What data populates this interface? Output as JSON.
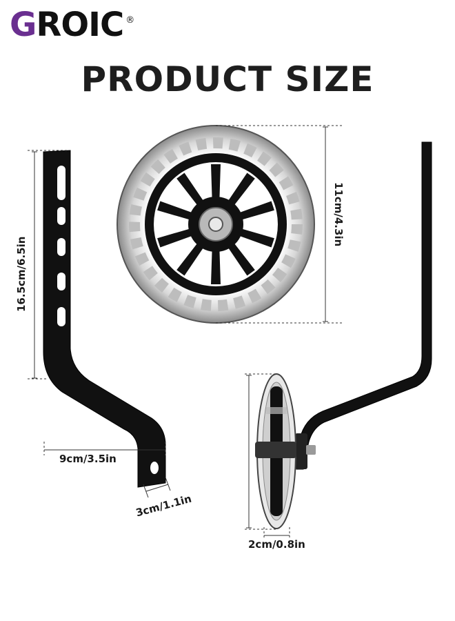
{
  "brand": {
    "name_first": "G",
    "name_rest": "ROIC",
    "registered": "®",
    "accent_color": "#6a2f90"
  },
  "title": "PRODUCT SIZE",
  "dimensions": {
    "bracket_height": "16.5cm/6.5in",
    "bracket_width": "9cm/3.5in",
    "bracket_tab": "3cm/1.1in",
    "wheel_diameter": "11cm/4.3in",
    "wheel_width": "2cm/0.8in"
  }
}
